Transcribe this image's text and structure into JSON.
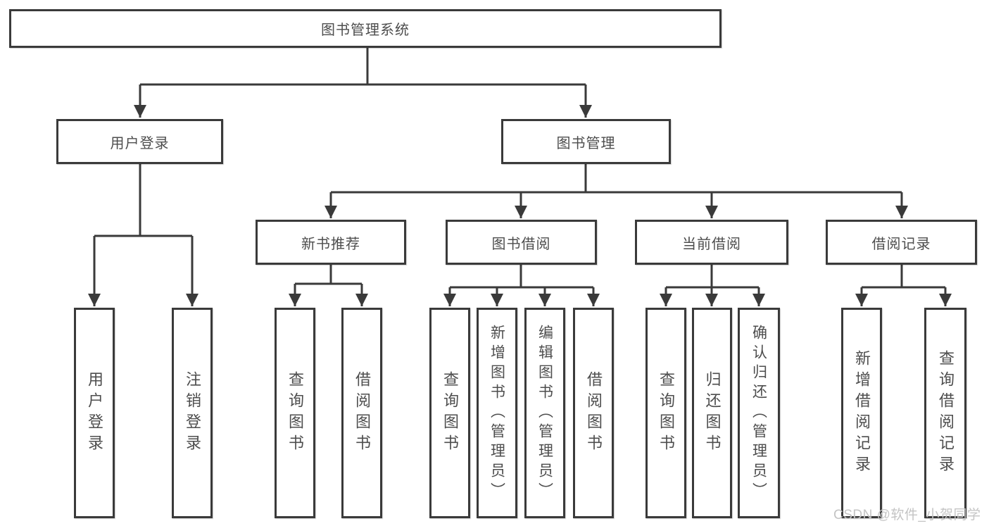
{
  "diagram_type": "functional-structure-tree",
  "watermark": "CSDN @软件_小贺同学",
  "colors": {
    "background": "#ffffff",
    "line": "#3a3a3a",
    "box_border": "#3a3a3a",
    "box_fill": "#ffffff",
    "text": "#4d4d4d",
    "watermark": "#c4c4c4"
  },
  "tree": {
    "label": "图书管理系统",
    "children": [
      {
        "label": "用户登录",
        "children": [
          {
            "label": "用户登录"
          },
          {
            "label": "注销登录"
          }
        ]
      },
      {
        "label": "图书管理",
        "children": [
          {
            "label": "新书推荐",
            "children": [
              {
                "label": "查询图书"
              },
              {
                "label": "借阅图书"
              }
            ]
          },
          {
            "label": "图书借阅",
            "children": [
              {
                "label": "查询图书"
              },
              {
                "label": "新增图书（管理员）"
              },
              {
                "label": "编辑图书（管理员）"
              },
              {
                "label": "借阅图书"
              }
            ]
          },
          {
            "label": "当前借阅",
            "children": [
              {
                "label": "查询图书"
              },
              {
                "label": "归还图书"
              },
              {
                "label": "确认归还（管理员）"
              }
            ]
          },
          {
            "label": "借阅记录",
            "children": [
              {
                "label": "新增借阅记录"
              },
              {
                "label": "查询借阅记录"
              }
            ]
          }
        ]
      }
    ]
  }
}
